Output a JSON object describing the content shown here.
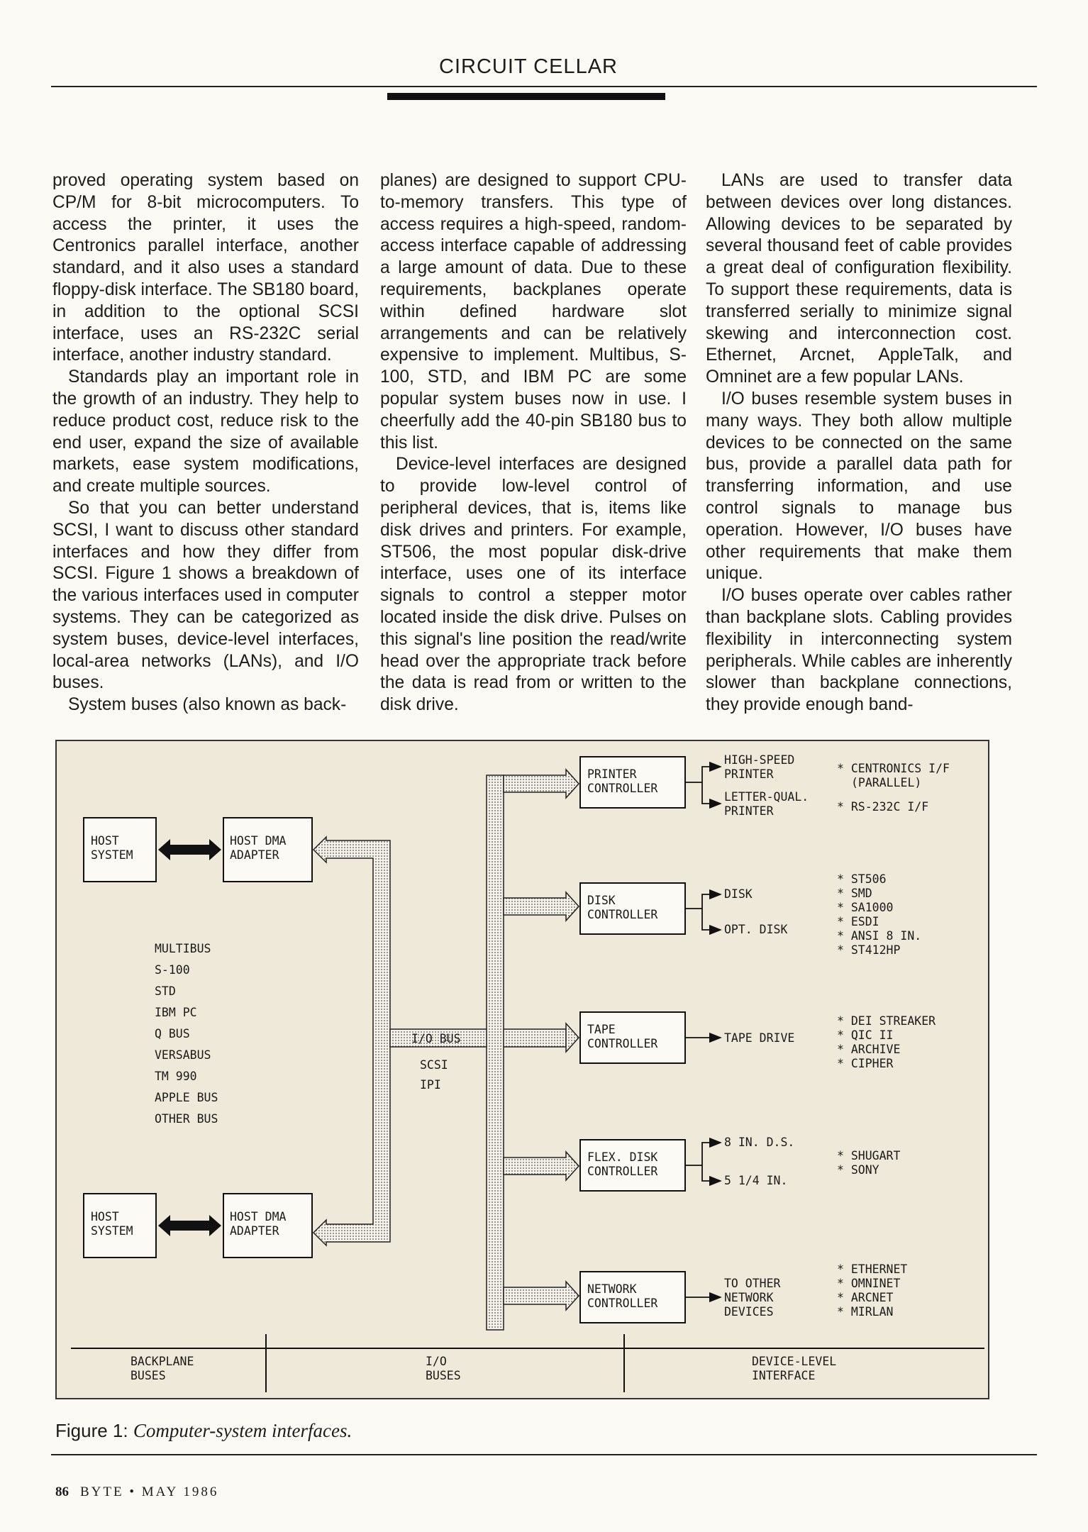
{
  "header": {
    "title": "CIRCUIT CELLAR"
  },
  "columns": [
    [
      {
        "text": "proved operating system based on CP/M for 8-bit microcomputers. To access the printer, it uses the Centronics parallel interface, another standard, and it also uses a standard floppy-disk interface. The SB180 board, in addition to the optional SCSI interface, uses an RS-232C serial interface, another industry standard.",
        "indent": false
      },
      {
        "text": "Standards play an important role in the growth of an industry. They help to reduce product cost, reduce risk to the end user, expand the size of available markets, ease system modifications, and create multiple sources.",
        "indent": true
      },
      {
        "text": "So that you can better understand SCSI, I want to discuss other standard interfaces and how they differ from SCSI. Figure 1 shows a breakdown of the various interfaces used in computer systems. They can be categorized as system buses, device-level interfaces, local-area networks (LANs), and I/O buses.",
        "indent": true
      },
      {
        "text": "System buses (also known as back-",
        "indent": true
      }
    ],
    [
      {
        "text": "planes) are designed to support CPU-to-memory transfers. This type of access requires a high-speed, random-access interface capable of addressing a large amount of data. Due to these requirements, backplanes operate within defined hardware slot arrangements and can be relatively expensive to implement. Multibus, S-100, STD, and IBM PC are some popular system buses now in use. I cheerfully add the 40-pin SB180 bus to this list.",
        "indent": false
      },
      {
        "text": "Device-level interfaces are designed to provide low-level control of peripheral devices, that is, items like disk drives and printers. For example, ST506, the most popular disk-drive interface, uses one of its interface signals to control a stepper motor located inside the disk drive. Pulses on this signal's line position the read/write head over the appropriate track before the data is read from or written to the disk drive.",
        "indent": true
      }
    ],
    [
      {
        "text": "LANs are used to transfer data between devices over long distances. Allowing devices to be separated by several thousand feet of cable provides a great deal of configuration flexibility. To support these requirements, data is transferred serially to minimize signal skewing and interconnection cost. Ethernet, Arcnet, AppleTalk, and Omninet are a few popular LANs.",
        "indent": true
      },
      {
        "text": "I/O buses resemble system buses in many ways. They both allow multiple devices to be connected on the same bus, provide a parallel data path for transferring information, and use control signals to manage bus operation. However, I/O buses have other requirements that make them unique.",
        "indent": true
      },
      {
        "text": "I/O buses operate over cables rather than backplane slots. Cabling provides flexibility in interconnecting system peripherals. While cables are inherently slower than backplane connections, they provide enough band-",
        "indent": true
      }
    ]
  ],
  "figure": {
    "host_system": "HOST SYSTEM",
    "host_dma_adapter": "HOST DMA ADAPTER",
    "system_buses": [
      "MULTIBUS",
      "S-100",
      "STD",
      "IBM PC",
      "Q BUS",
      "VERSABUS",
      "TM 990",
      "APPLE BUS",
      "OTHER BUS"
    ],
    "io_bus_label": "I/O BUS",
    "io_buses": [
      "SCSI",
      "IPI"
    ],
    "controllers": [
      {
        "name": "PRINTER CONTROLLER",
        "devices": [
          "HIGH-SPEED PRINTER",
          "LETTER-QUAL. PRINTER"
        ],
        "interfaces": [
          "* CENTRONICS I/F",
          "(PARALLEL)",
          "* RS-232C I/F"
        ]
      },
      {
        "name": "DISK CONTROLLER",
        "devices": [
          "DISK",
          "OPT. DISK"
        ],
        "interfaces": [
          "* ST506",
          "* SMD",
          "* SA1000",
          "* ESDI",
          "* ANSI 8 IN.",
          "* ST412HP"
        ]
      },
      {
        "name": "TAPE CONTROLLER",
        "devices": [
          "TAPE DRIVE"
        ],
        "interfaces": [
          "* DEI STREAKER",
          "* QIC II",
          "* ARCHIVE",
          "* CIPHER"
        ]
      },
      {
        "name": "FLEX. DISK CONTROLLER",
        "devices": [
          "8 IN. D.S.",
          "5 1/4 IN."
        ],
        "interfaces": [
          "* SHUGART",
          "* SONY"
        ]
      },
      {
        "name": "NETWORK CONTROLLER",
        "devices": [
          "TO OTHER NETWORK DEVICES"
        ],
        "interfaces": [
          "* ETHERNET",
          "* OMNINET",
          "* ARCNET",
          "* MIRLAN"
        ]
      }
    ],
    "bottom_labels": [
      "BACKPLANE BUSES",
      "I/O BUSES",
      "DEVICE-LEVEL INTERFACE"
    ]
  },
  "caption": {
    "prefix": "Figure 1:",
    "title": "Computer-system interfaces."
  },
  "footer": {
    "page_number": "86",
    "text": "BYTE • MAY 1986"
  }
}
